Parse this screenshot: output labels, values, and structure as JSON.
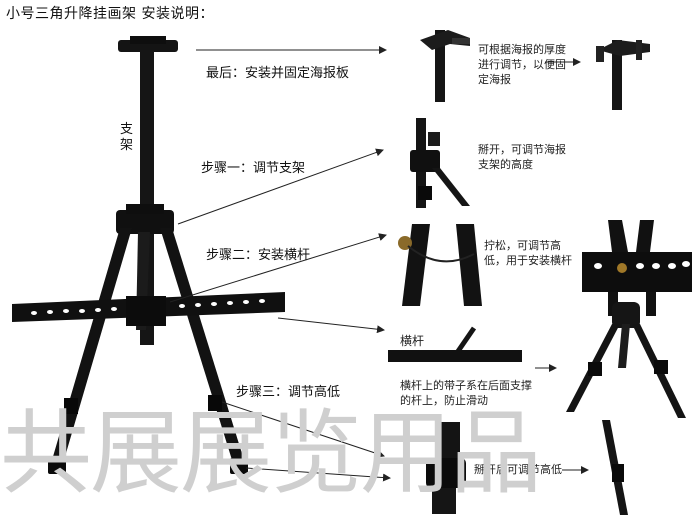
{
  "title": "小号三角升降挂画架 安装说明：",
  "support_label": "支架",
  "steps": {
    "final": "最后：安装并固定海报板",
    "step1": "步骤一：调节支架",
    "step2": "步骤二：安装横杆",
    "step3": "步骤三：调节高低"
  },
  "notes": {
    "clamp": "可根据海报的厚度进行调节，以便固定海报",
    "screw": "掰开，可调节海报支架的高度",
    "loosen": "拧松，可调节高低，用于安装横杆",
    "crossbar_title": "横杆",
    "strap": "横杆上的带子系在后面支撑的杆上，防止滑动",
    "leg": "掰开后可调节高低"
  },
  "watermark": "共展展览用品",
  "colors": {
    "ink": "#0d0d0d",
    "metal": "#1a1a1a",
    "watermark": "#cfcfcf"
  }
}
